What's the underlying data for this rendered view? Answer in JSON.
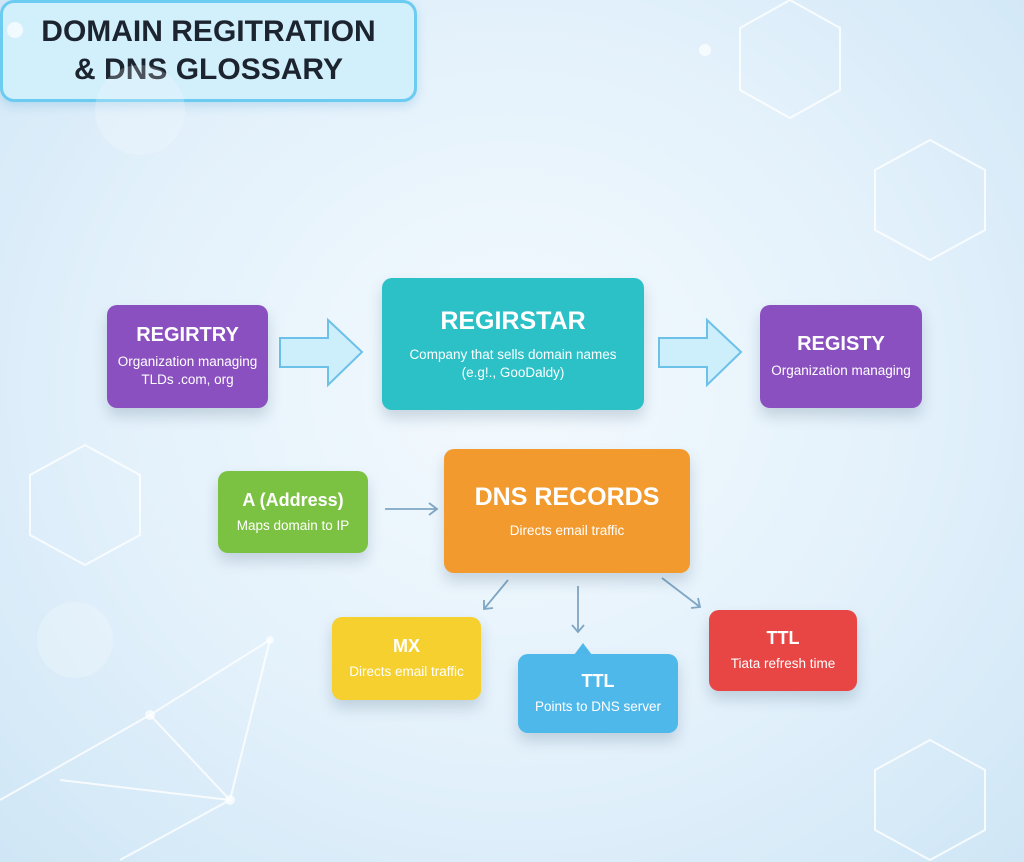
{
  "title": {
    "line1": "DOMAIN REGITRATION",
    "line2": "& DNS GLOSSARY"
  },
  "nodes": {
    "registry": {
      "heading": "REGIRTRY",
      "desc1": "Organization managing",
      "desc2": "TLDs .com, org"
    },
    "registrar": {
      "heading": "REGIRSTAR",
      "desc1": "Company that sells domain names",
      "desc2": "(e.g!., GooDaldy)"
    },
    "registy": {
      "heading": "REGISTY",
      "desc1": "Organization managing"
    },
    "a_record": {
      "heading": "A (Address)",
      "desc1": "Maps domain to IP"
    },
    "dns_records": {
      "heading": "DNS RECORDS",
      "desc1": "Directs email traffic"
    },
    "mx": {
      "heading": "MX",
      "desc1": "Directs email traffic"
    },
    "ttl_blue": {
      "heading": "TTL",
      "desc1": "Points to DNS server"
    },
    "ttl_red": {
      "heading": "TTL",
      "desc1": "Tiata refresh time"
    }
  },
  "colors": {
    "purple": "#8a50c0",
    "teal": "#2cc0c7",
    "green": "#7cc242",
    "orange": "#f39a2e",
    "yellow": "#f5d02e",
    "blue": "#4fb8ea",
    "red": "#e84545"
  }
}
